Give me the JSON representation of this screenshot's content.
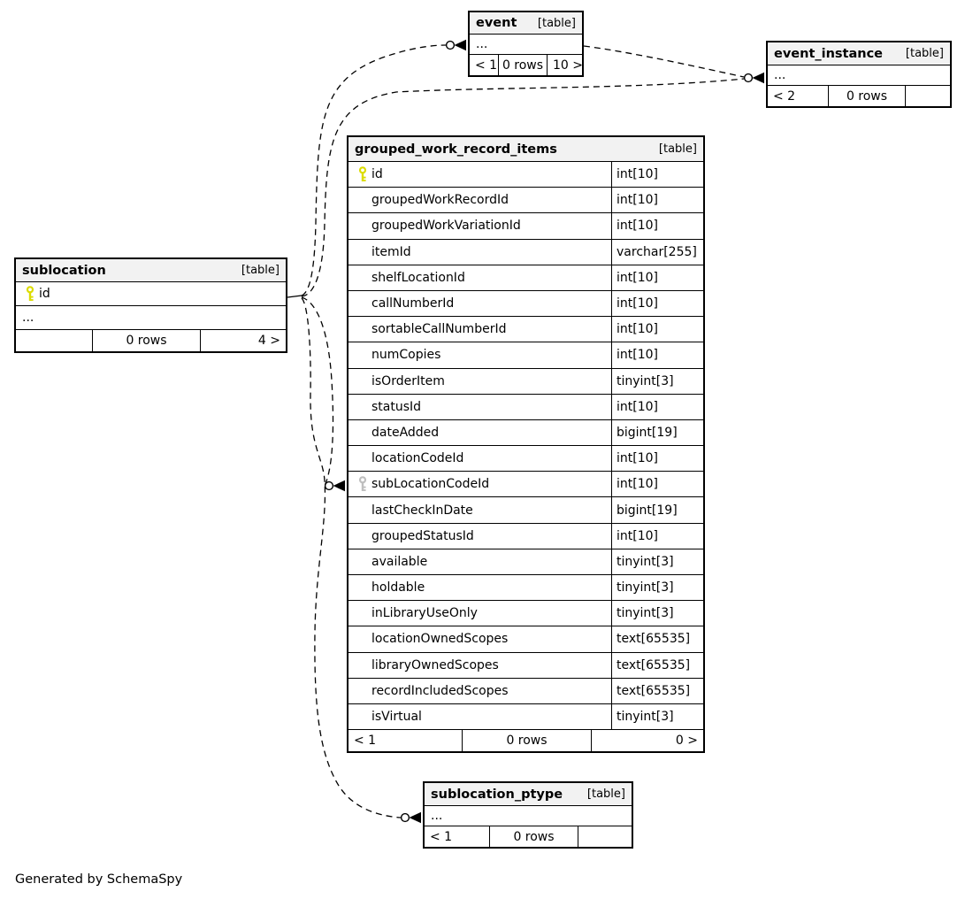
{
  "page": {
    "credit": "Generated by SchemaSpy"
  },
  "colors": {
    "line": "#000000",
    "header_bg": "#f2f2f2",
    "primary_key": "#dcdc00",
    "foreign_key": "#bfbfbf"
  },
  "tables": {
    "event": {
      "title": "event",
      "tag": "[table]",
      "columns": [
        {
          "name": "..."
        }
      ],
      "footer": {
        "left": "< 1",
        "center": "0 rows",
        "right": "10 >"
      }
    },
    "event_instance": {
      "title": "event_instance",
      "tag": "[table]",
      "columns": [
        {
          "name": "..."
        }
      ],
      "footer": {
        "left": "< 2",
        "center": "0 rows",
        "right": ""
      }
    },
    "grouped_work_record_items": {
      "title": "grouped_work_record_items",
      "tag": "[table]",
      "columns": [
        {
          "name": "id",
          "type": "int[10]",
          "key": "primary"
        },
        {
          "name": "groupedWorkRecordId",
          "type": "int[10]"
        },
        {
          "name": "groupedWorkVariationId",
          "type": "int[10]"
        },
        {
          "name": "itemId",
          "type": "varchar[255]"
        },
        {
          "name": "shelfLocationId",
          "type": "int[10]"
        },
        {
          "name": "callNumberId",
          "type": "int[10]"
        },
        {
          "name": "sortableCallNumberId",
          "type": "int[10]"
        },
        {
          "name": "numCopies",
          "type": "int[10]"
        },
        {
          "name": "isOrderItem",
          "type": "tinyint[3]"
        },
        {
          "name": "statusId",
          "type": "int[10]"
        },
        {
          "name": "dateAdded",
          "type": "bigint[19]"
        },
        {
          "name": "locationCodeId",
          "type": "int[10]"
        },
        {
          "name": "subLocationCodeId",
          "type": "int[10]",
          "key": "foreign"
        },
        {
          "name": "lastCheckInDate",
          "type": "bigint[19]"
        },
        {
          "name": "groupedStatusId",
          "type": "int[10]"
        },
        {
          "name": "available",
          "type": "tinyint[3]"
        },
        {
          "name": "holdable",
          "type": "tinyint[3]"
        },
        {
          "name": "inLibraryUseOnly",
          "type": "tinyint[3]"
        },
        {
          "name": "locationOwnedScopes",
          "type": "text[65535]"
        },
        {
          "name": "libraryOwnedScopes",
          "type": "text[65535]"
        },
        {
          "name": "recordIncludedScopes",
          "type": "text[65535]"
        },
        {
          "name": "isVirtual",
          "type": "tinyint[3]"
        }
      ],
      "footer": {
        "left": "< 1",
        "center": "0 rows",
        "right": "0 >"
      }
    },
    "sublocation": {
      "title": "sublocation",
      "tag": "[table]",
      "columns": [
        {
          "name": "id",
          "key": "primary"
        },
        {
          "name": "..."
        }
      ],
      "footer": {
        "left": "",
        "center": "0 rows",
        "right": "4 >"
      }
    },
    "sublocation_ptype": {
      "title": "sublocation_ptype",
      "tag": "[table]",
      "columns": [
        {
          "name": "..."
        }
      ],
      "footer": {
        "left": "< 1",
        "center": "0 rows",
        "right": ""
      }
    }
  }
}
